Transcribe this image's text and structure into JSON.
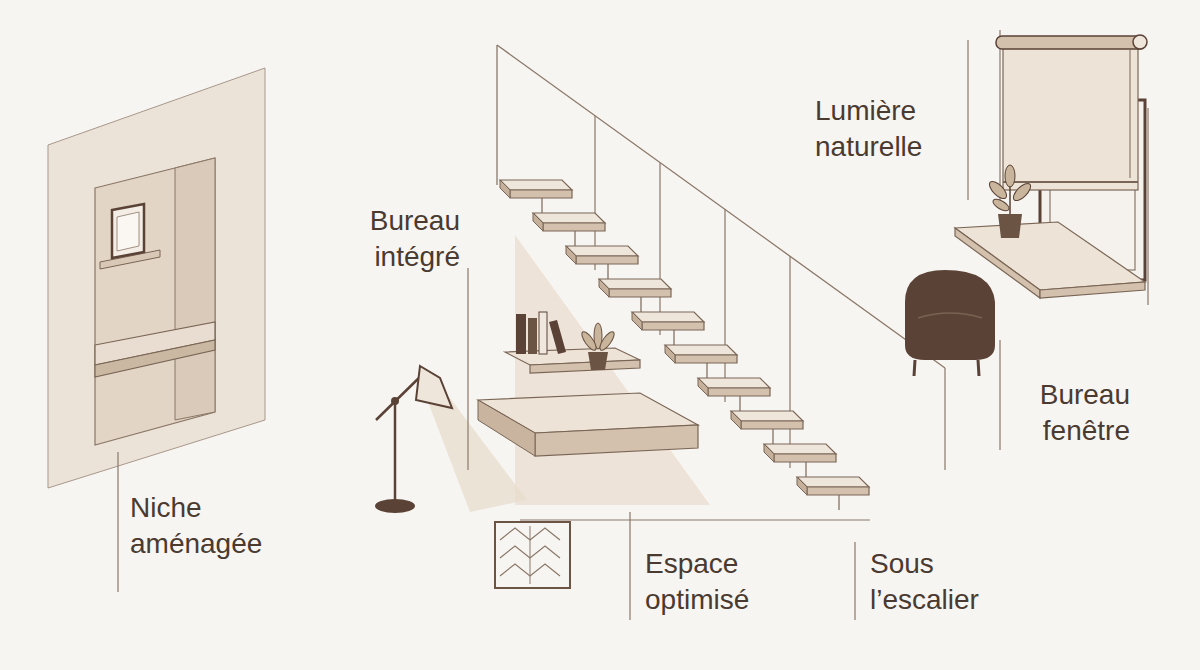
{
  "diagram": {
    "labels": [
      "Niche aménagée",
      "Bureau intégré",
      "Espace optimisé",
      "Sous l’escalier",
      "Lumière naturelle",
      "Bureau fenêtre"
    ]
  }
}
